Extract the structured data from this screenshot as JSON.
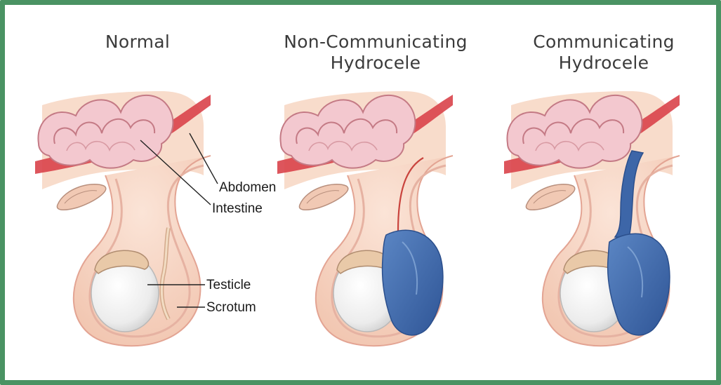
{
  "colors": {
    "border": "#4a9363",
    "skin": "#f6d5c3",
    "tissue_dark": "#e2a99a",
    "intestine": "#f3c8cf",
    "intestine_line": "#c47a85",
    "membrane_red": "#d9434a",
    "fluid_blue": "#3d66a8",
    "testicle": "#f3f3f3"
  },
  "panels": [
    {
      "title_line1": "Normal",
      "title_line2": ""
    },
    {
      "title_line1": "Non-Communicating",
      "title_line2": "Hydrocele"
    },
    {
      "title_line1": "Communicating",
      "title_line2": "Hydrocele"
    }
  ],
  "labels": {
    "abdomen": "Abdomen",
    "intestine": "Intestine",
    "testicle": "Testicle",
    "scrotum": "Scrotum"
  }
}
